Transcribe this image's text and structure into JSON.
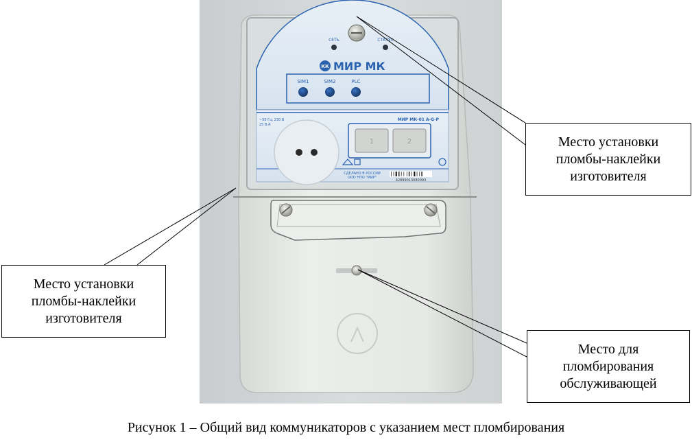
{
  "device": {
    "brand": "МИР МК",
    "logo_glyph": "КК",
    "indicator_left": "СЕТЬ",
    "indicator_right": "СТАТУС",
    "sim1_label": "SIM1",
    "sim2_label": "SIM2",
    "plc_label": "PLC",
    "model": "МИР МК-01 А-G-P",
    "specs_line1": "~50 Гц, 230 В",
    "specs_line2": "25 В·А",
    "button1": "1",
    "button2": "2",
    "made_line1": "СДЕЛАНО В РОССИИ",
    "made_line2": "ООО НПО \"МИР\"",
    "serial": "42899013080093",
    "body_color": "#e4e6e3",
    "face_color": "#dbe7f2",
    "accent_blue": "#2a62b0"
  },
  "callouts": {
    "top_right": "Место установки\nпломбы-наклейки\nизготовителя",
    "left": "Место установки\nпломбы-наклейки\nизготовителя",
    "bottom_right": "Место для\nпломбирования\nобслуживающей"
  },
  "caption": "Рисунок 1 – Общий вид коммуникаторов с указанием мест пломбирования"
}
